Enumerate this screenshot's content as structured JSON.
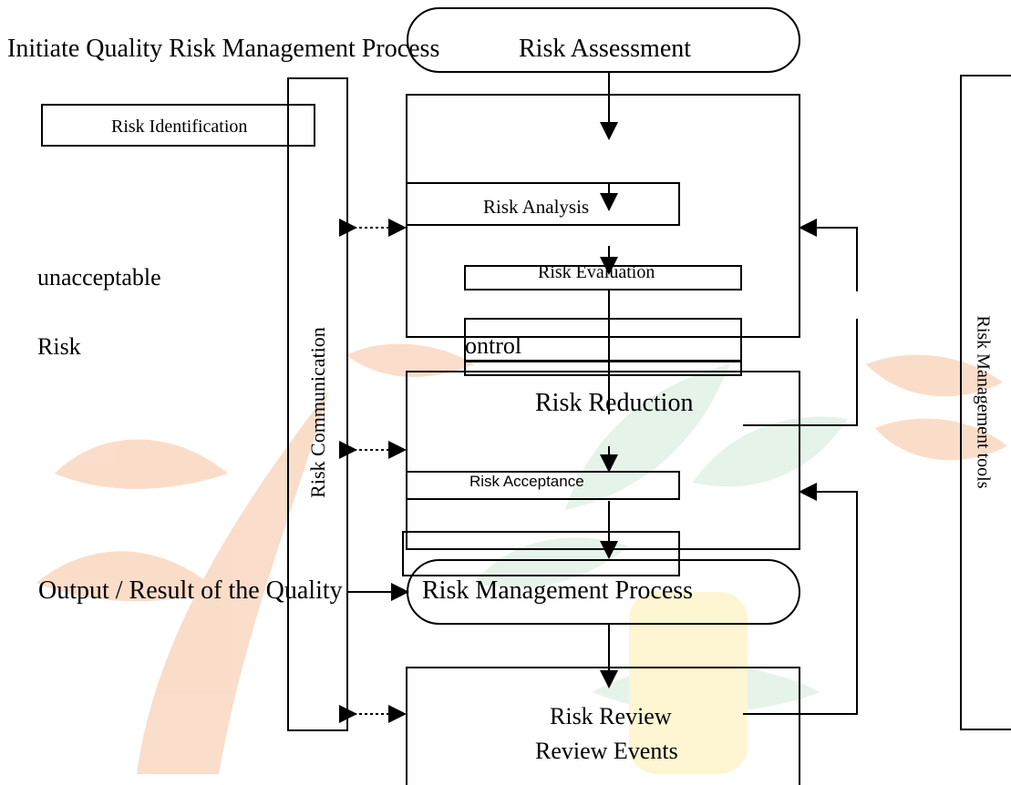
{
  "diagram": {
    "title_start": "Initiate Quality Risk Management Process",
    "title_assessment": "Risk Assessment",
    "risk_identification": "Risk Identification",
    "risk_analysis": "Risk Analysis",
    "risk_evaluation": "Risk Evaluation",
    "unacceptable": "unacceptable",
    "risk_word": "Risk",
    "control_fragment": "ontrol",
    "risk_reduction": "Risk Reduction",
    "risk_acceptance": "Risk Acceptance",
    "output_left": "Output / Result of the Quality",
    "output_right": "Risk Management Process",
    "risk_review": "Risk Review",
    "review_events": "Review Events",
    "risk_communication": "Risk Communication",
    "risk_management_tools": "Risk Management tools"
  },
  "colors": {
    "line": "#000000",
    "watermark_orange": "#f4b48a",
    "watermark_green": "#c9e6cf",
    "watermark_yellow": "#fdeaa0"
  }
}
